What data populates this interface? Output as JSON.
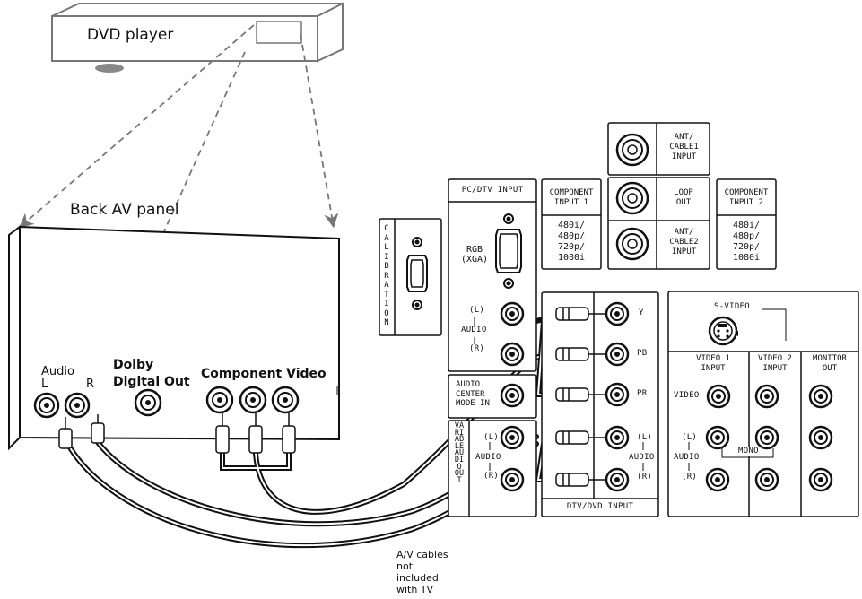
{
  "dvd_player": {
    "label": "DVD player"
  },
  "back_panel": {
    "title": "Back AV panel",
    "audio_label": "Audio",
    "audio_l": "L",
    "audio_r": "R",
    "dolby_label": "Dolby Digital Out",
    "component_label": "Component Video"
  },
  "cable_note": "A/V cables not included with TV",
  "tv_panel": {
    "calibration": "CALIBRATION",
    "pc_dtv_input": "PC/DTV INPUT",
    "rgb_xga": "RGB (XGA)",
    "audio_l": "(L)",
    "audio_word": "AUDIO",
    "audio_r": "(R)",
    "audio_center_mode_in": "AUDIO CENTER MODE IN",
    "variable_audio_out": "VARIABLE AUDIO OUT",
    "component_input_1": "COMPONENT INPUT 1",
    "component_input_2": "COMPONENT INPUT 2",
    "resolutions_1": "480i/ 480p/ 720p/ 1080i",
    "resolutions_2": "480i/ 480p/ 720p/ 1080i",
    "ant_cable1_input": "ANT/ CABLE1 INPUT",
    "loop_out": "LOOP OUT",
    "ant_cable2_input": "ANT/ CABLE2 INPUT",
    "y": "Y",
    "pb": "PB",
    "pr": "PR",
    "dtv_dvd_input": "DTV/DVD INPUT",
    "s_video": "S-VIDEO",
    "video_1_input": "VIDEO 1 INPUT",
    "video_2_input": "VIDEO 2 INPUT",
    "monitor_out": "MONITOR OUT",
    "video": "VIDEO",
    "mono": "MONO"
  }
}
